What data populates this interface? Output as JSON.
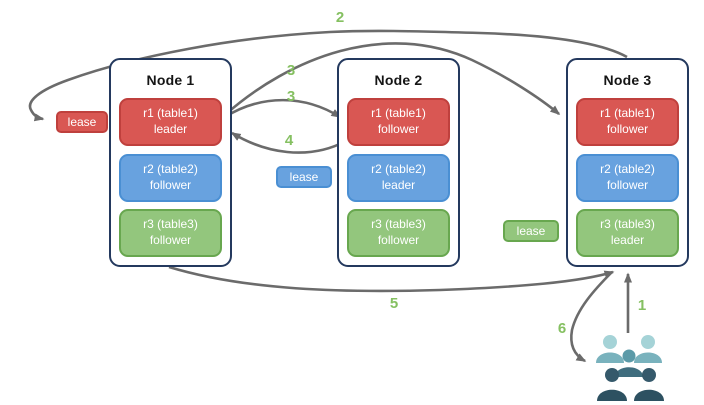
{
  "diagram": {
    "description_visible_text_only": true,
    "nodes": [
      {
        "label": "Node 1",
        "replicas": [
          {
            "name": "r1 (table1)",
            "role": "leader",
            "color": "red"
          },
          {
            "name": "r2 (table2)",
            "role": "follower",
            "color": "blue"
          },
          {
            "name": "r3 (table3)",
            "role": "follower",
            "color": "green"
          }
        ]
      },
      {
        "label": "Node 2",
        "replicas": [
          {
            "name": "r1 (table1)",
            "role": "follower",
            "color": "red"
          },
          {
            "name": "r2 (table2)",
            "role": "leader",
            "color": "blue"
          },
          {
            "name": "r3 (table3)",
            "role": "follower",
            "color": "green"
          }
        ]
      },
      {
        "label": "Node 3",
        "replicas": [
          {
            "name": "r1 (table1)",
            "role": "follower",
            "color": "red"
          },
          {
            "name": "r2 (table2)",
            "role": "follower",
            "color": "blue"
          },
          {
            "name": "r3 (table3)",
            "role": "leader",
            "color": "green"
          }
        ]
      }
    ],
    "leases": [
      {
        "label": "lease",
        "color": "red"
      },
      {
        "label": "lease",
        "color": "blue"
      },
      {
        "label": "lease",
        "color": "green"
      }
    ],
    "step_labels": {
      "s1": "1",
      "s2": "2",
      "s3a": "3",
      "s3b": "3",
      "s4": "4",
      "s5": "5",
      "s6": "6"
    },
    "icons": {
      "users_group": "users-group-icon"
    },
    "colors": {
      "replica_red_fill": "#d95753",
      "replica_red_border": "#bf403d",
      "replica_blue_fill": "#68a2df",
      "replica_blue_border": "#4a8fd3",
      "replica_green_fill": "#93c67d",
      "replica_green_border": "#68a74f",
      "node_border": "#24395e",
      "arrow": "#6b6b6b",
      "step_label_green": "#85c061",
      "users_light_teal": "#a5d3d7",
      "users_medium_teal": "#79b2bd",
      "users_dark_slate": "#2d5161"
    }
  }
}
